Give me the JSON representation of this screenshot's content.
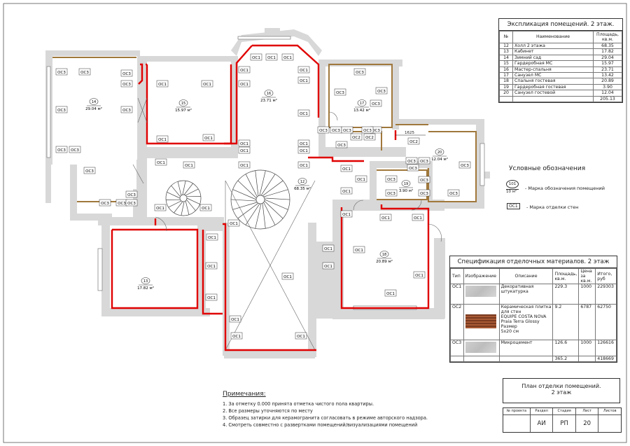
{
  "rooms": [
    {
      "num": "12",
      "area": "68.35 м²"
    },
    {
      "num": "13",
      "area": "17.82 м²"
    },
    {
      "num": "14",
      "area": "29.04 м²"
    },
    {
      "num": "15",
      "area": "15.97 м²"
    },
    {
      "num": "16",
      "area": "23.71 м²"
    },
    {
      "num": "17",
      "area": "13.42 м²"
    },
    {
      "num": "18",
      "area": "20.89 м²"
    },
    {
      "num": "19",
      "area": "3.90 м²"
    },
    {
      "num": "20",
      "area": "12.04 м²"
    }
  ],
  "tags": {
    "oc1": "ОС1",
    "oc2": "ОС2",
    "oc3": "ОС3"
  },
  "dimension": "1625",
  "explication": {
    "title": "Экспликация помещений. 2 этаж.",
    "headers": [
      "№",
      "Наименование",
      "Площадь, кв.м."
    ],
    "rows": [
      [
        "12",
        "Холл 2 этажа",
        "68.35"
      ],
      [
        "13",
        "Кабинет",
        "17.82"
      ],
      [
        "14",
        "Зимний сад",
        "29.04"
      ],
      [
        "15",
        "Гардеробная МС",
        "15.97"
      ],
      [
        "16",
        "Мастер-спальня",
        "23.71"
      ],
      [
        "17",
        "Санузел МС",
        "13.42"
      ],
      [
        "18",
        "Спальня гостевая",
        "20.89"
      ],
      [
        "19",
        "Гардеробная гостевая",
        "3.90"
      ],
      [
        "20",
        "Санузел гостевой",
        "12.04"
      ]
    ],
    "total": "205.13"
  },
  "legend": {
    "title": "Условные обозначения",
    "item1_num": "101",
    "item1_area": "10 м²",
    "item1_label": "- Марка обозначения помещений",
    "item2_tag": "ОС1",
    "item2_label": "- Марка отделки стен"
  },
  "spec": {
    "title": "Спецификация отделочных материалов. 2 этаж",
    "headers": [
      "Тип",
      "Изображение",
      "Описание",
      "Площадь, кв.м.",
      "Цена за кв.м.",
      "Итого, руб"
    ],
    "rows": [
      {
        "type": "ОС1",
        "desc": [
          "Декоративная",
          "штукатурка"
        ],
        "area": "229.3",
        "price": "1000",
        "total": "229303"
      },
      {
        "type": "ОС2",
        "desc": [
          "Керамическая плитка",
          "для стен",
          "EQUIPE COSTA NOVA",
          "Praia Terra Glossy",
          "Размер",
          "5х20 см"
        ],
        "area": "9.2",
        "price": "6787",
        "total": "62750"
      },
      {
        "type": "ОС3",
        "desc": [
          "Микроцемент"
        ],
        "area": "126.6",
        "price": "1000",
        "total": "126616"
      }
    ],
    "total_area": "365.2",
    "total_sum": "418669"
  },
  "notes": {
    "title": "Примечания:",
    "items": [
      "1.  За отметку 0.000 принята отметка чистого пола квартиры.",
      "2.  Все размеры уточняются по месту",
      "3.  Образец затирки для керамогранита согласовать в режиме авторского надзора.",
      "4.  Смотреть совместно с развертками помещений/визуализациями помещений"
    ]
  },
  "stamp": {
    "title1": "План отделки помещений.",
    "title2": "2 этаж",
    "headers": [
      "№ проекта",
      "Раздел",
      "Стадия",
      "Лист",
      "Листов"
    ],
    "values": [
      "",
      "АИ",
      "РП",
      "20",
      ""
    ]
  },
  "colors": {
    "wall": "#d9d9d9",
    "accent_red": "#e00000",
    "accent_brown": "#a0783c",
    "line": "#333333"
  }
}
